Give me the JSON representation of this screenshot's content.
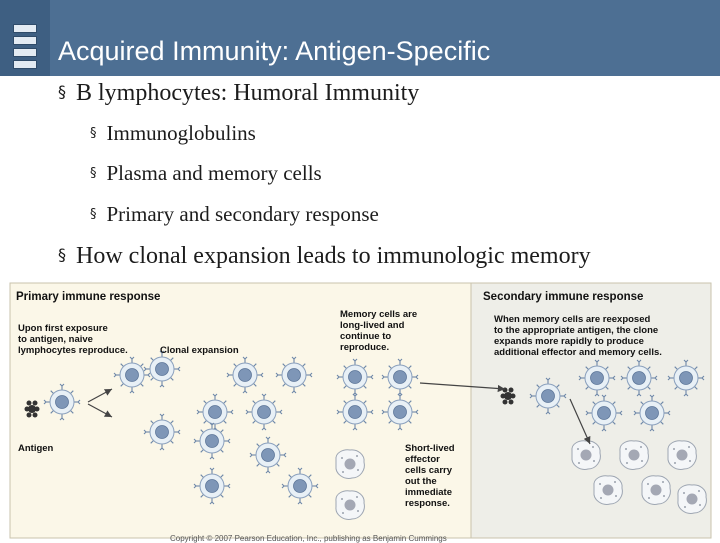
{
  "slide": {
    "title": "Acquired Immunity: Antigen-Specific",
    "bullets": [
      {
        "text": "B lymphocytes: Humoral Immunity",
        "level": 1
      },
      {
        "text": "Immunoglobulins",
        "level": 2
      },
      {
        "text": "Plasma and memory cells",
        "level": 2
      },
      {
        "text": "Primary and secondary response",
        "level": 2
      },
      {
        "text": "How clonal expansion leads to immunologic memory",
        "level": 1
      }
    ],
    "bullet_mark": "§"
  },
  "figure": {
    "primary_title": "Primary immune response",
    "primary_first_exposure": [
      "Upon first exposure",
      "to antigen, naive",
      "lymphocytes reproduce."
    ],
    "clonal_expansion": "Clonal expansion",
    "memory_cells": [
      "Memory cells are",
      "long-lived and",
      "continue to",
      "reproduce."
    ],
    "antigen_label": "Antigen",
    "short_lived": [
      "Short-lived",
      "effector",
      "cells carry",
      "out the",
      "immediate",
      "response."
    ],
    "secondary_title": "Secondary immune response",
    "secondary_text": [
      "When memory cells are reexposed",
      "to the appropriate antigen, the clone",
      "expands more rapidly to produce",
      "additional effector and memory cells."
    ],
    "credit": "Copyright © 2007 Pearson Education, Inc., publishing as Benjamin Cummings"
  },
  "colors": {
    "header": "#4d6f93",
    "primary_panel": "#fbf7e8",
    "secondary_panel": "#eeeee8",
    "cell_body": "#e8f0f6",
    "nucleus": "#7e96b7",
    "effector_nucleus": "#a4a8b4",
    "arrow": "#444444"
  }
}
